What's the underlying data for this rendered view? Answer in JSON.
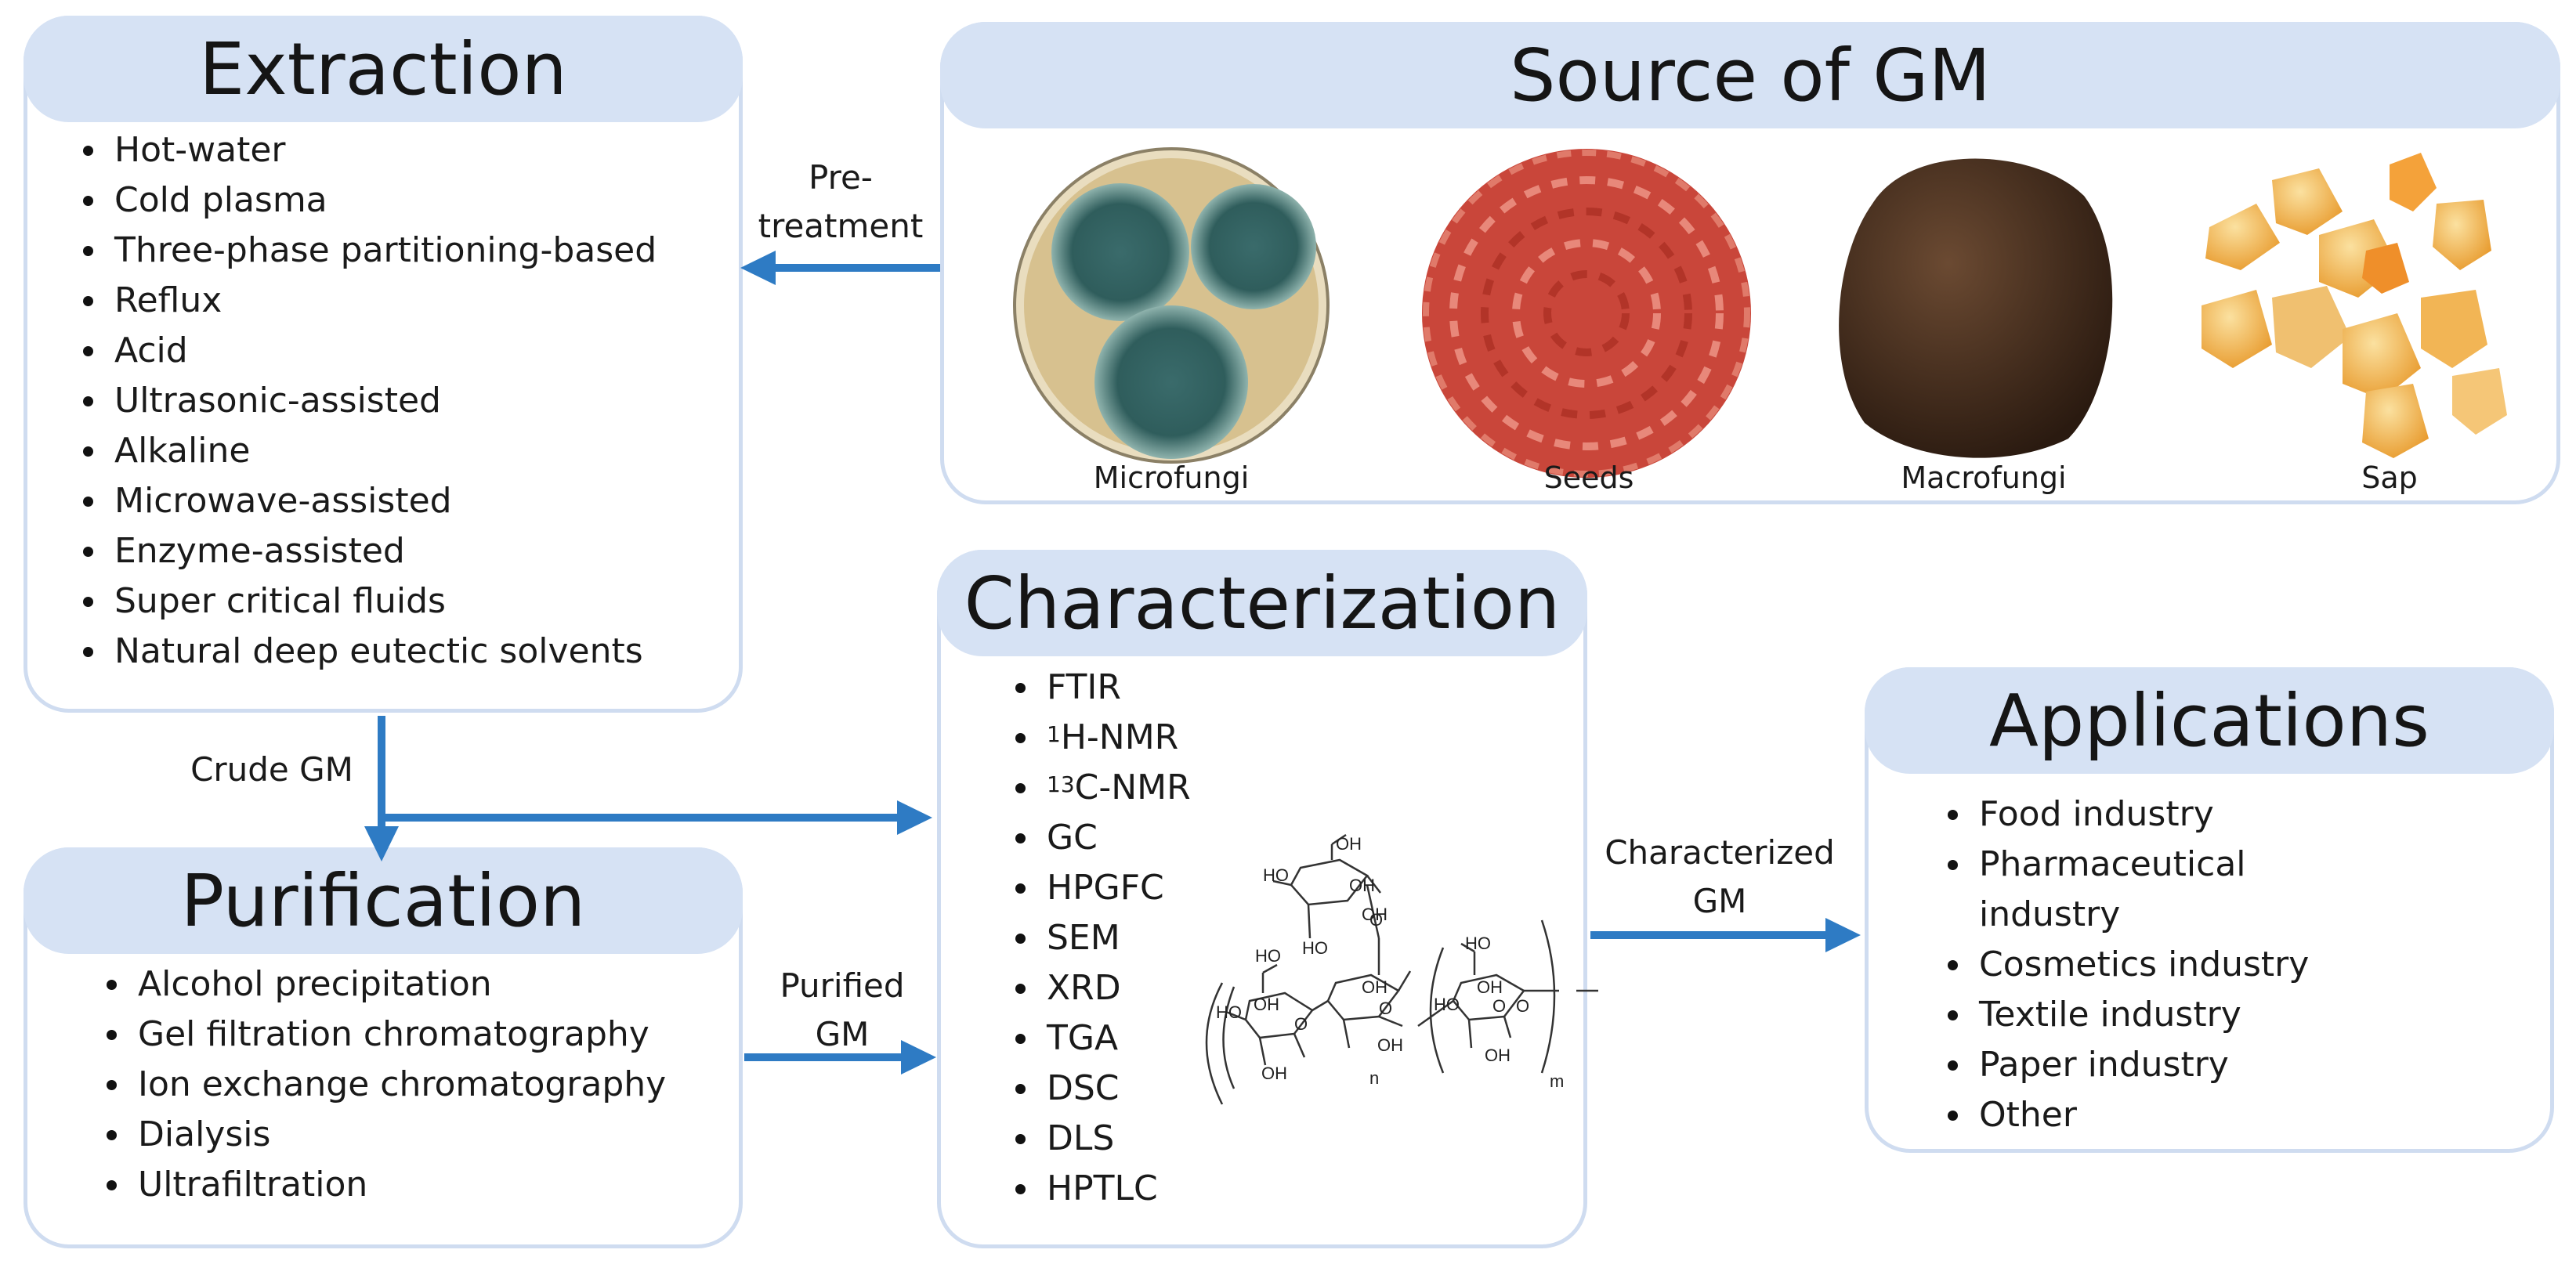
{
  "extraction": {
    "title": "Extraction",
    "items": [
      "Hot-water",
      "Cold plasma",
      "Three-phase partitioning-based",
      "Reflux",
      "Acid",
      "Ultrasonic-assisted",
      "Alkaline",
      "Microwave-assisted",
      "Enzyme-assisted",
      "Super critical fluids",
      "Natural deep eutectic solvents"
    ]
  },
  "source": {
    "title": "Source of GM",
    "items": [
      {
        "label": "Microfungi",
        "icon": "petri-dish-culture-image"
      },
      {
        "label": "Seeds",
        "icon": "red-seeds-pile-image"
      },
      {
        "label": "Macrofungi",
        "icon": "tuber-fungus-image"
      },
      {
        "label": "Sap",
        "icon": "amber-gum-crystals-image"
      }
    ]
  },
  "purification": {
    "title": "Purification",
    "items": [
      "Alcohol precipitation",
      "Gel filtration chromatography",
      "Ion exchange chromatography",
      "Dialysis",
      "Ultrafiltration"
    ]
  },
  "characterization": {
    "title": "Characterization",
    "items": [
      "FTIR",
      "H-NMR",
      "C-NMR",
      "GC",
      "HPGFC",
      "SEM",
      "XRD",
      "TGA",
      "DSC",
      "DLS",
      "HPTLC"
    ],
    "sup_h": "1",
    "sup_c": "13",
    "structure": {
      "oh": "OH",
      "ho": "HO",
      "o": "O",
      "n": "n",
      "m": "m"
    }
  },
  "applications": {
    "title": "Applications",
    "items": [
      "Food industry",
      "Pharmaceutical industry",
      "Cosmetics industry",
      "Textile industry",
      "Paper industry",
      "Other"
    ]
  },
  "arrows": {
    "pretreatment": [
      "Pre-",
      "treatment"
    ],
    "crude": "Crude GM",
    "purified": [
      "Purified",
      "GM"
    ],
    "characterized": [
      "Characterized",
      "GM"
    ]
  },
  "colors": {
    "header": "#d6e2f4",
    "border": "#cfdcf0",
    "arrow": "#2e7bc4"
  }
}
